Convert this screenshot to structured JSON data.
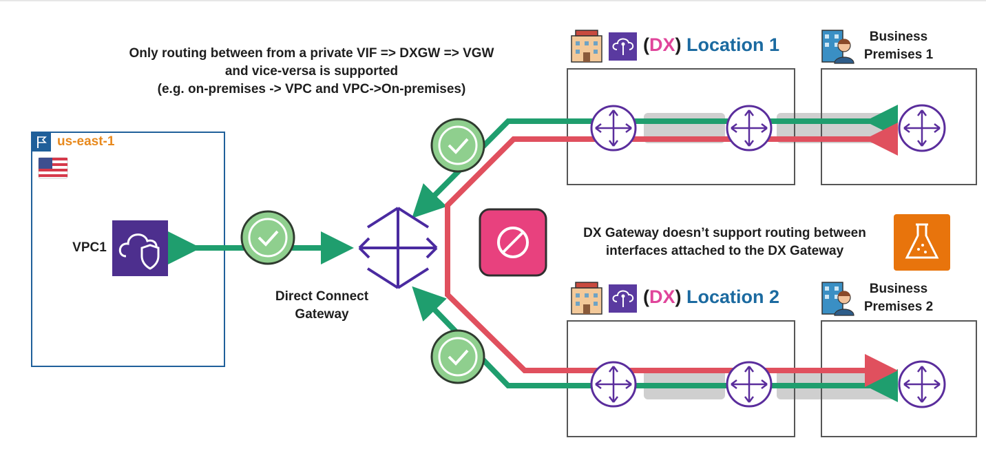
{
  "notes": {
    "top_note_lines": [
      "Only routing between from a private VIF => DXGW =>  VGW",
      "and vice-versa is supported",
      "(e.g. on-premises -> VPC and VPC->On-premises)"
    ],
    "middle_note_lines": [
      "DX Gateway doesn’t support routing between",
      "interfaces attached to the DX Gateway"
    ]
  },
  "region": {
    "name": "us-east-1"
  },
  "vpc": {
    "label": "VPC1"
  },
  "gateway": {
    "label_lines": [
      "Direct Connect",
      "Gateway"
    ]
  },
  "locations": [
    {
      "open": "(",
      "dx": "DX",
      "close": ")",
      "name": " Location 1"
    },
    {
      "open": "(",
      "dx": "DX",
      "close": ")",
      "name": " Location 2"
    }
  ],
  "premises": [
    {
      "label_lines": [
        "Business",
        "Premises 1"
      ]
    },
    {
      "label_lines": [
        "Business",
        "Premises 2"
      ]
    }
  ],
  "colors": {
    "allowed": "#1f9e6e",
    "denied": "#e0505e",
    "router": "#5a2d9c",
    "check_fill": "#8fcf8e",
    "blocked_fill": "#e8417e",
    "region_box": "#1f5f9a",
    "region_text": "#e8891d",
    "dx_text": "#e0459b",
    "location_text": "#1b6aa0",
    "lab_fill": "#e8740c"
  },
  "icons": [
    "region-flag-icon",
    "us-flag-icon",
    "vpc-shield-icon",
    "check-icon",
    "gateway-icon",
    "blocked-icon",
    "building-icon",
    "dx-location-icon",
    "office-building-icon",
    "router-icon",
    "lab-flask-icon"
  ]
}
